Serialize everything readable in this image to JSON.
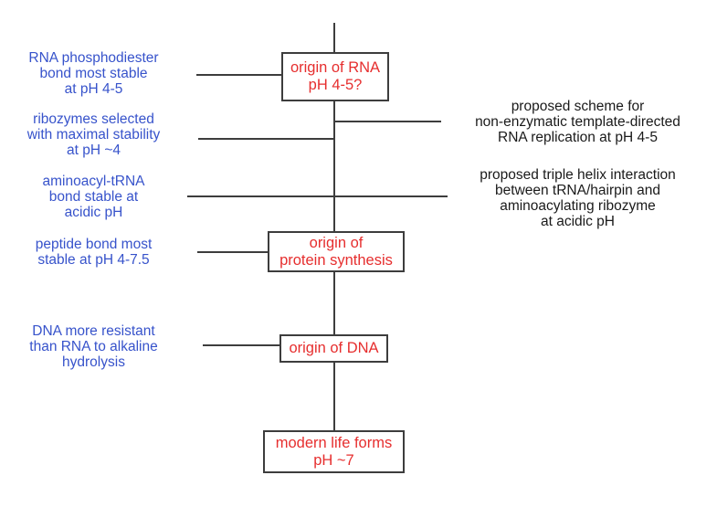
{
  "colors": {
    "blue": "#3753cb",
    "red": "#e62e2e",
    "line": "#3d3d3d",
    "black": "#1a1a1a",
    "bg": "#ffffff"
  },
  "flowchart": {
    "boxes": [
      {
        "label": "origin of RNA\npH 4-5?"
      },
      {
        "label": "origin of\nprotein synthesis"
      },
      {
        "label": "origin of DNA"
      },
      {
        "label": "modern life forms\npH ~7"
      }
    ],
    "left_annotations": [
      {
        "text": "RNA phosphodiester\nbond most stable\nat pH 4-5"
      },
      {
        "text": "ribozymes selected\nwith maximal stability\nat pH ~4"
      },
      {
        "text": "aminoacyl-tRNA\nbond stable at\nacidic pH"
      },
      {
        "text": "peptide bond most\nstable at pH 4-7.5"
      },
      {
        "text": "DNA more resistant\nthan RNA to alkaline\nhydrolysis"
      }
    ],
    "right_annotations": [
      {
        "text": "proposed scheme for\nnon-enzymatic template-directed\nRNA replication at pH 4-5"
      },
      {
        "text": "proposed triple helix interaction\nbetween tRNA/hairpin and\naminoacylating ribozyme\nat acidic pH"
      }
    ]
  }
}
